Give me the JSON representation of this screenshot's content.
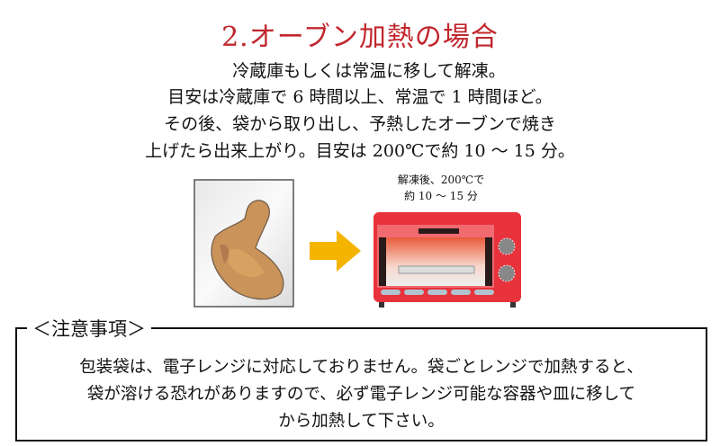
{
  "title": "2.オーブン加熱の場合",
  "instructions": [
    "冷蔵庫もしくは常温に移して解凍。",
    "目安は冷蔵庫で 6 時間以上、常温で 1 時間ほど。",
    "その後、袋から取り出し、予熱したオーブンで焼き",
    "上げたら出来上がり。目安は 200℃で約 10 ～ 15 分。"
  ],
  "caption": [
    "解凍後、200℃で",
    "約 10 ～ 15 分"
  ],
  "notice": {
    "label": "＜注意事項＞",
    "lines": [
      "包装袋は、電子レンジに対応しておりません。袋ごとレンジで加熱すると、",
      "袋が溶ける恐れがありますので、必ず電子レンジ可能な容器や皿に移して",
      "から加熱して下さい。"
    ]
  },
  "colors": {
    "title": "#c0272d",
    "oven": "#e8323c",
    "arrow": "#f5b400"
  }
}
